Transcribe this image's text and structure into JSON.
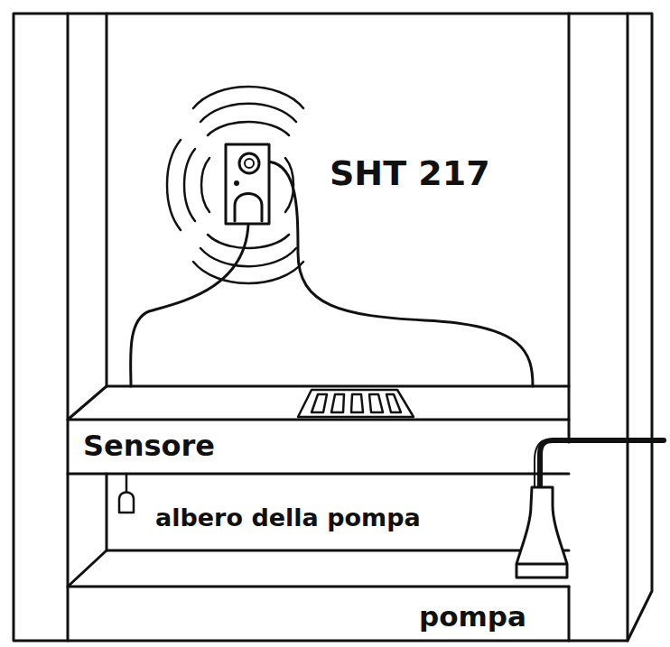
{
  "diagram": {
    "labels": [
      "SHT 217",
      "Sensore",
      "albero della pompa",
      "pompa"
    ]
  }
}
